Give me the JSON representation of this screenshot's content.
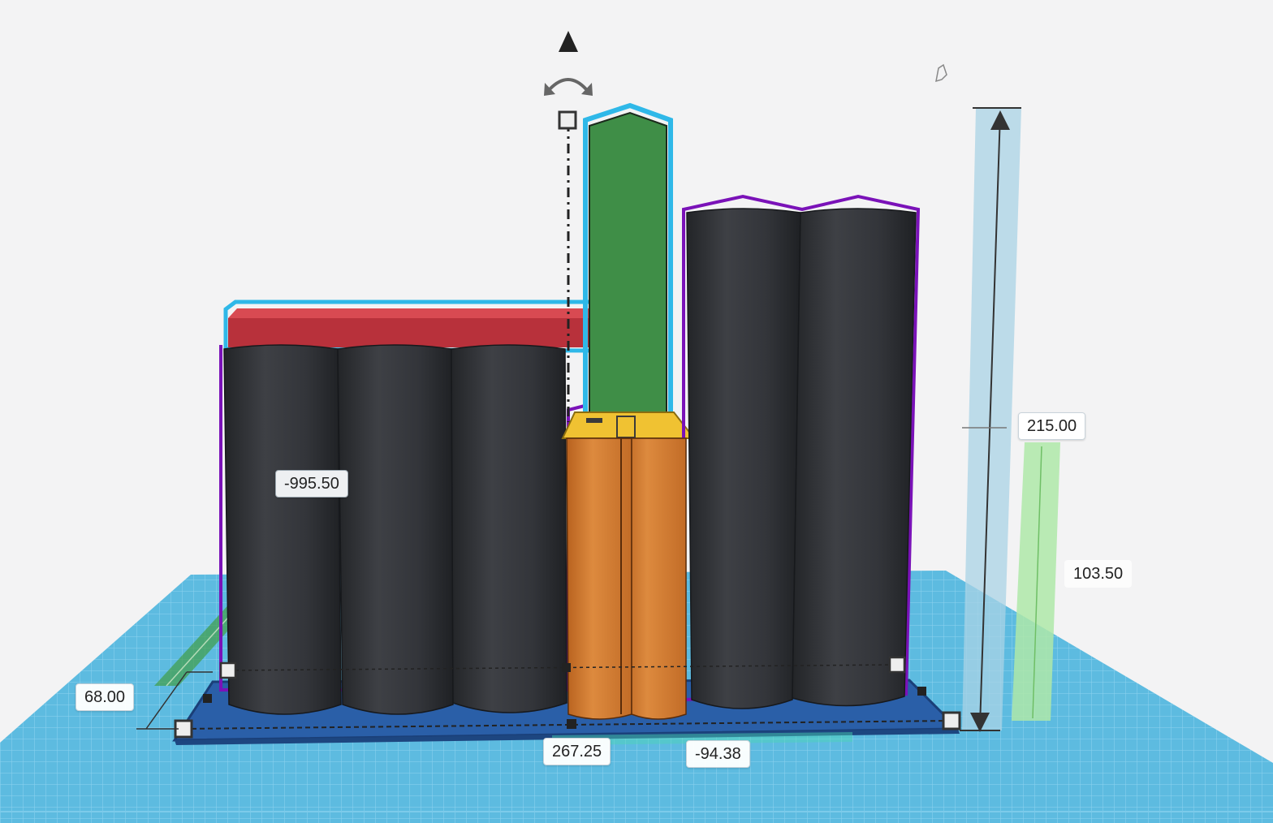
{
  "viewport": {
    "dimensions": {
      "height": "215.00",
      "height_lower": "103.50",
      "width": "267.25",
      "depth": "68.00",
      "x_offset": "-94.38",
      "rotation_readout": "-995.50"
    },
    "colors": {
      "workplane": "#58b9dc",
      "grid_line": "#8fd4ee",
      "selection_outline": "#7a12b8",
      "highlight_outline": "#2fb8e8",
      "red_block": "#c0303a",
      "green_block": "#3e8e46",
      "orange_block": "#d27b33",
      "yellow_cap": "#f0c232",
      "cylinder": "#303236",
      "base_plate": "#2a5fa8",
      "height_bar": "#a9d3e6",
      "elevation_bar": "#aee8a8"
    },
    "icons": {
      "cone_handle": "cone-up-icon",
      "rotate_handle": "rotate-arrow-icon",
      "cursor": "pointer-hand-icon"
    }
  }
}
